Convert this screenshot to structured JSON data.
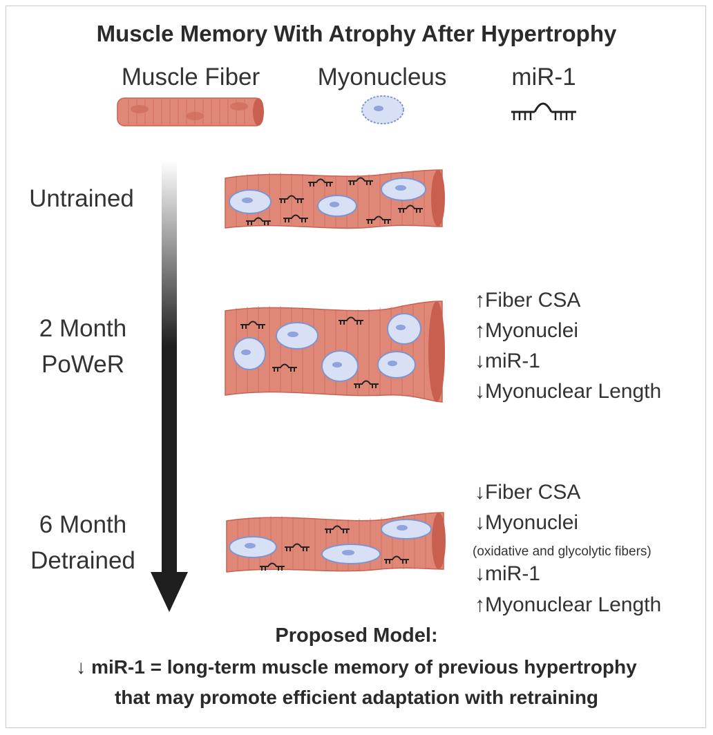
{
  "title": "Muscle Memory With Atrophy After Hypertrophy",
  "legend": {
    "muscle_fiber": "Muscle Fiber",
    "myonucleus": "Myonucleus",
    "mir1": "miR-1"
  },
  "stages": {
    "untrained": "Untrained",
    "power_line1": "2 Month",
    "power_line2": "PoWeR",
    "detrained_line1": "6 Month",
    "detrained_line2": "Detrained"
  },
  "power_effects": [
    "↑Fiber CSA",
    "↑Myonuclei",
    "↓miR-1",
    "↓Myonuclear Length"
  ],
  "detrained_effects": {
    "fiber_csa": "↓Fiber CSA",
    "myonuclei": "↓Myonuclei",
    "note": "(oxidative and glycolytic fibers)",
    "mir1": "↓miR-1",
    "myonuclear_length": "↑Myonuclear Length"
  },
  "model": {
    "heading": "Proposed Model:",
    "line1": "↓ miR-1 = long-term muscle memory of previous hypertrophy",
    "line2": "that may promote efficient adaptation with retraining"
  },
  "colors": {
    "fiber": "#e08878",
    "fiber_dark": "#c9604f",
    "nucleus": "#d7e0f4",
    "nucleus_border": "#7f93cf",
    "arrow": "#1e1e1e"
  }
}
